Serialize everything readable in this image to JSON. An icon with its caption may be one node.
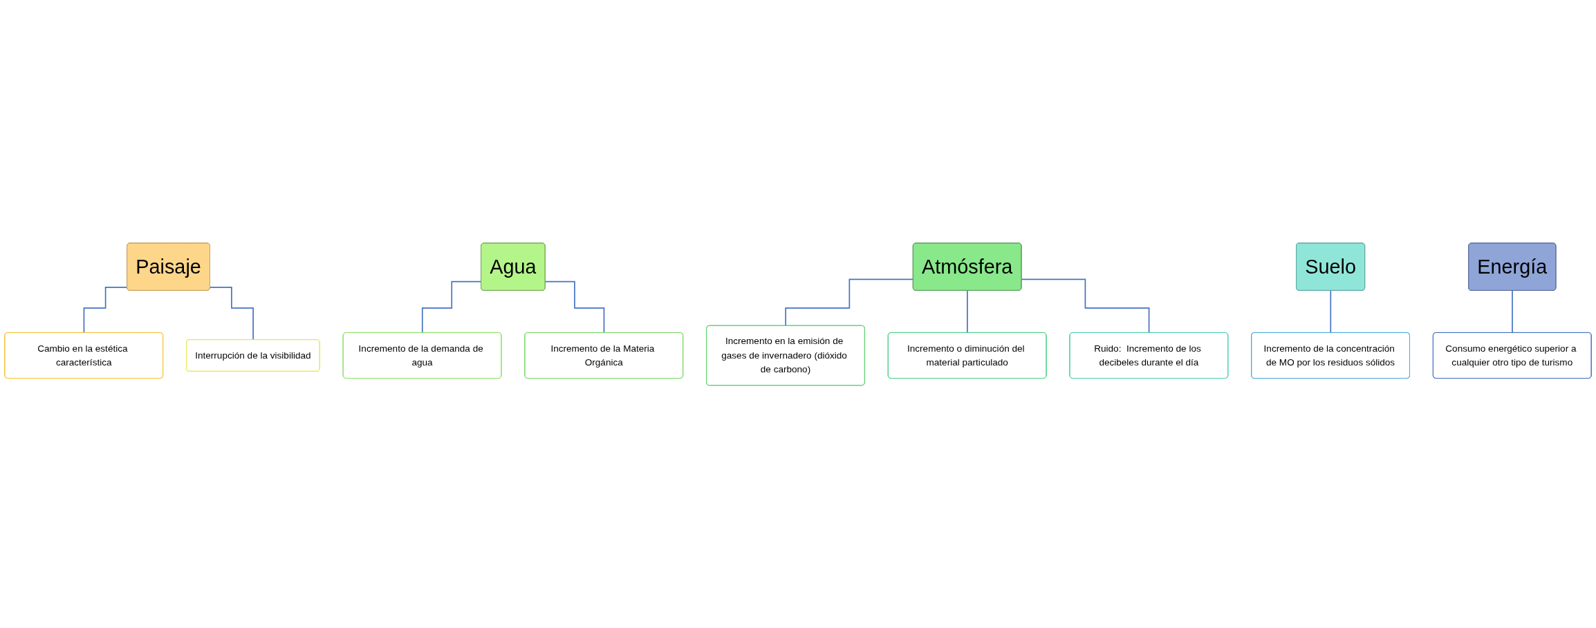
{
  "diagram": {
    "nodes": [
      {
        "text": [
          "Paisaje"
        ]
      },
      {
        "text": [
          "Cambio en la estética característica"
        ]
      },
      {
        "text": [
          "Interrupción de la visibilidad"
        ]
      },
      {
        "text": [
          "Agua"
        ]
      },
      {
        "text": [
          "Incremento de la demanda de agua"
        ]
      },
      {
        "text": [
          "Incremento de la Materia Orgánica"
        ]
      },
      {
        "text": [
          "Atmósfera"
        ]
      },
      {
        "text": [
          "Incremento en la emisión de gases de invernadero (dióxido de carbono)"
        ]
      },
      {
        "text": [
          "Incremento o diminución del material particulado"
        ]
      },
      {
        "text": [
          "Ruido:  Incremento de los decibeles durante el día"
        ]
      },
      {
        "text": [
          "Suelo"
        ]
      },
      {
        "text": [
          "Incremento de la concentración de MO por los residuos sólidos"
        ]
      },
      {
        "text": [
          "Energía"
        ]
      },
      {
        "text": [
          "Consumo energético superior a cualquier otro tipo de turismo"
        ]
      }
    ],
    "edges": [
      {
        "from": 0,
        "to": 1,
        "arrow": "none"
      },
      {
        "from": 0,
        "to": 2,
        "arrow": "none"
      },
      {
        "from": 3,
        "to": 4,
        "arrow": "none"
      },
      {
        "from": 3,
        "to": 5,
        "arrow": "none"
      },
      {
        "from": 6,
        "to": 7,
        "arrow": "none"
      },
      {
        "from": 6,
        "to": 8,
        "arrow": "none"
      },
      {
        "from": 6,
        "to": 9,
        "arrow": "none"
      },
      {
        "from": 10,
        "to": 11,
        "arrow": "none"
      },
      {
        "from": 12,
        "to": 13,
        "arrow": "none"
      }
    ]
  }
}
